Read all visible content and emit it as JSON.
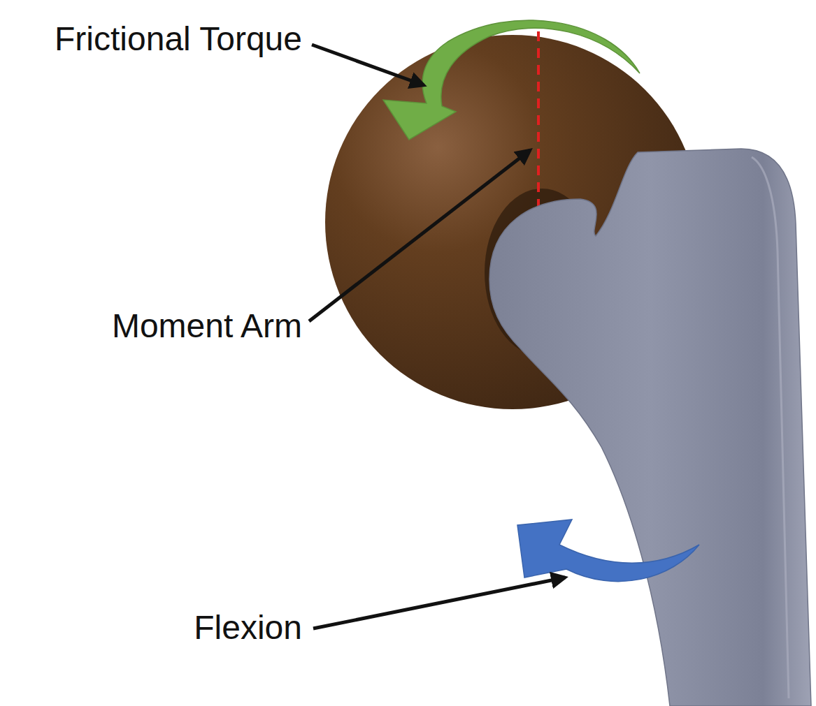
{
  "diagram": {
    "labels": [
      "Frictional Torque",
      "Moment Arm",
      "Flexion"
    ]
  }
}
